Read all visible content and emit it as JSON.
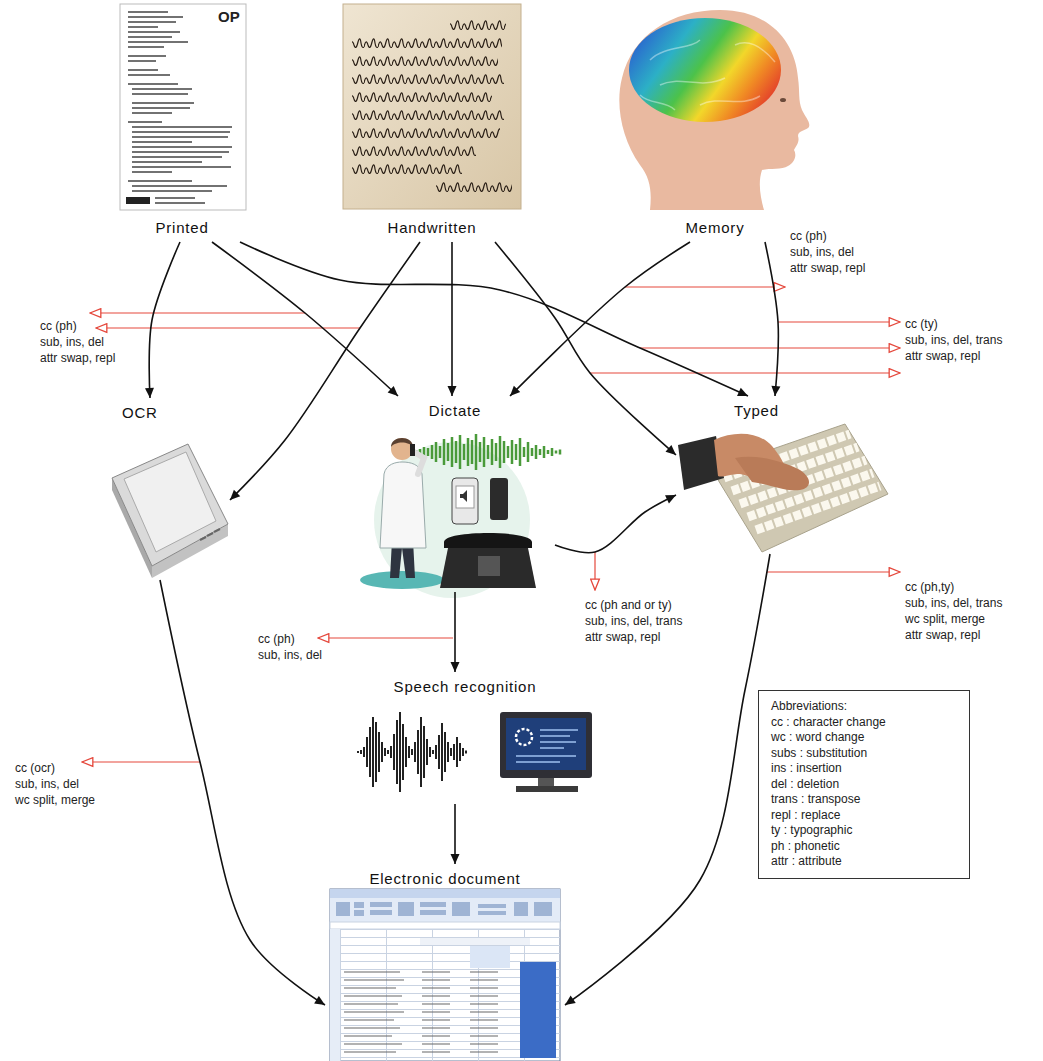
{
  "diagram": {
    "nodes": [
      {
        "text": [
          "Printed"
        ]
      },
      {
        "text": [
          "Handwritten"
        ]
      },
      {
        "text": [
          "Memory"
        ]
      },
      {
        "text": [
          "OCR"
        ]
      },
      {
        "text": [
          "Dictate"
        ]
      },
      {
        "text": [
          "Typed"
        ]
      },
      {
        "text": [
          "Speech recognition"
        ]
      },
      {
        "text": [
          "Electronic document"
        ]
      },
      {
        "text": [
          "Abbreviations:",
          "cc : character change",
          "wc : word change",
          "subs : substitution",
          "ins : insertion",
          "del : deletion",
          "trans : transpose",
          "repl : replace",
          "ty : typographic",
          "ph : phonetic",
          "attr : attribute"
        ]
      }
    ],
    "edges": [
      {
        "from": 0,
        "to": 3,
        "arrow": "to"
      },
      {
        "from": 0,
        "to": 4,
        "arrow": "to"
      },
      {
        "from": 0,
        "to": 5,
        "arrow": "to"
      },
      {
        "from": 1,
        "to": 3,
        "arrow": "to"
      },
      {
        "from": 1,
        "to": 4,
        "arrow": "to"
      },
      {
        "from": 1,
        "to": 5,
        "arrow": "to"
      },
      {
        "from": 2,
        "to": 4,
        "arrow": "to"
      },
      {
        "from": 2,
        "to": 5,
        "arrow": "to"
      },
      {
        "from": 4,
        "to": 5,
        "arrow": "to"
      },
      {
        "from": 4,
        "to": 6,
        "arrow": "to"
      },
      {
        "from": 3,
        "to": 7,
        "arrow": "to"
      },
      {
        "from": 6,
        "to": 7,
        "arrow": "to"
      },
      {
        "from": 5,
        "to": 7,
        "arrow": "to"
      }
    ],
    "labels": [
      "OP",
      "cc (ph)",
      "sub, ins, del",
      "attr swap, repl",
      "cc (ty)",
      "sub, ins, del, trans",
      "attr swap, repl",
      "cc (ph)",
      "sub, ins, del",
      "attr swap, repl",
      "cc (ph,ty)",
      "sub, ins, del, trans",
      "wc split, merge",
      "attr swap, repl",
      "cc (ph and or ty)",
      "sub, ins, del, trans",
      "attr swap, repl",
      "cc (ph)",
      "sub, ins, del",
      "cc (ocr)",
      "sub, ins, del",
      "wc split, merge"
    ]
  }
}
